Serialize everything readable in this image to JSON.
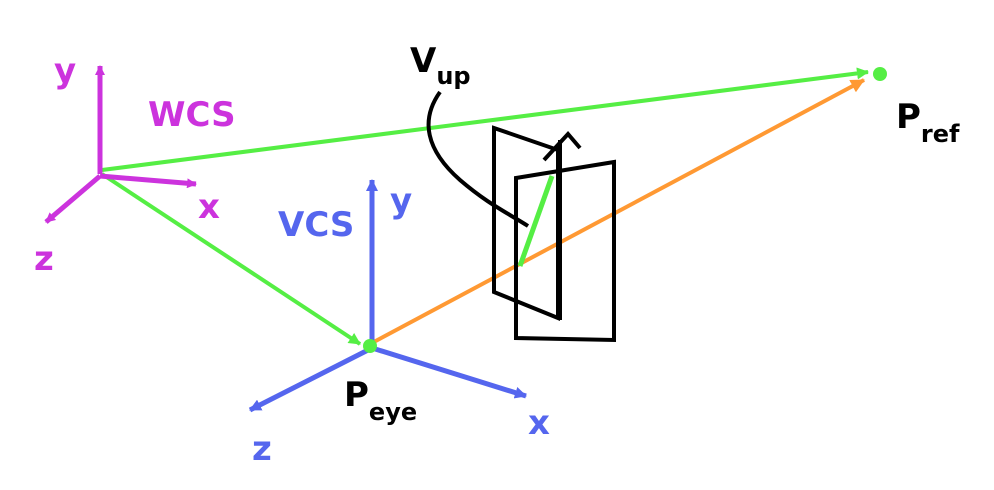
{
  "colors": {
    "wcs": "#cc33dd",
    "vcs": "#5566ee",
    "green": "#55ee44",
    "orange": "#ff9933",
    "black": "#000000",
    "background": "#ffffff"
  },
  "wcs": {
    "label": "WCS",
    "axis_y": "y",
    "axis_x": "x",
    "axis_z": "z"
  },
  "vcs": {
    "label": "VCS",
    "axis_y": "y",
    "axis_x": "x",
    "axis_z": "z"
  },
  "points": {
    "eye": {
      "main": "P",
      "sub": "eye"
    },
    "ref": {
      "main": "P",
      "sub": "ref"
    }
  },
  "vup": {
    "main": "V",
    "sub": "up"
  }
}
